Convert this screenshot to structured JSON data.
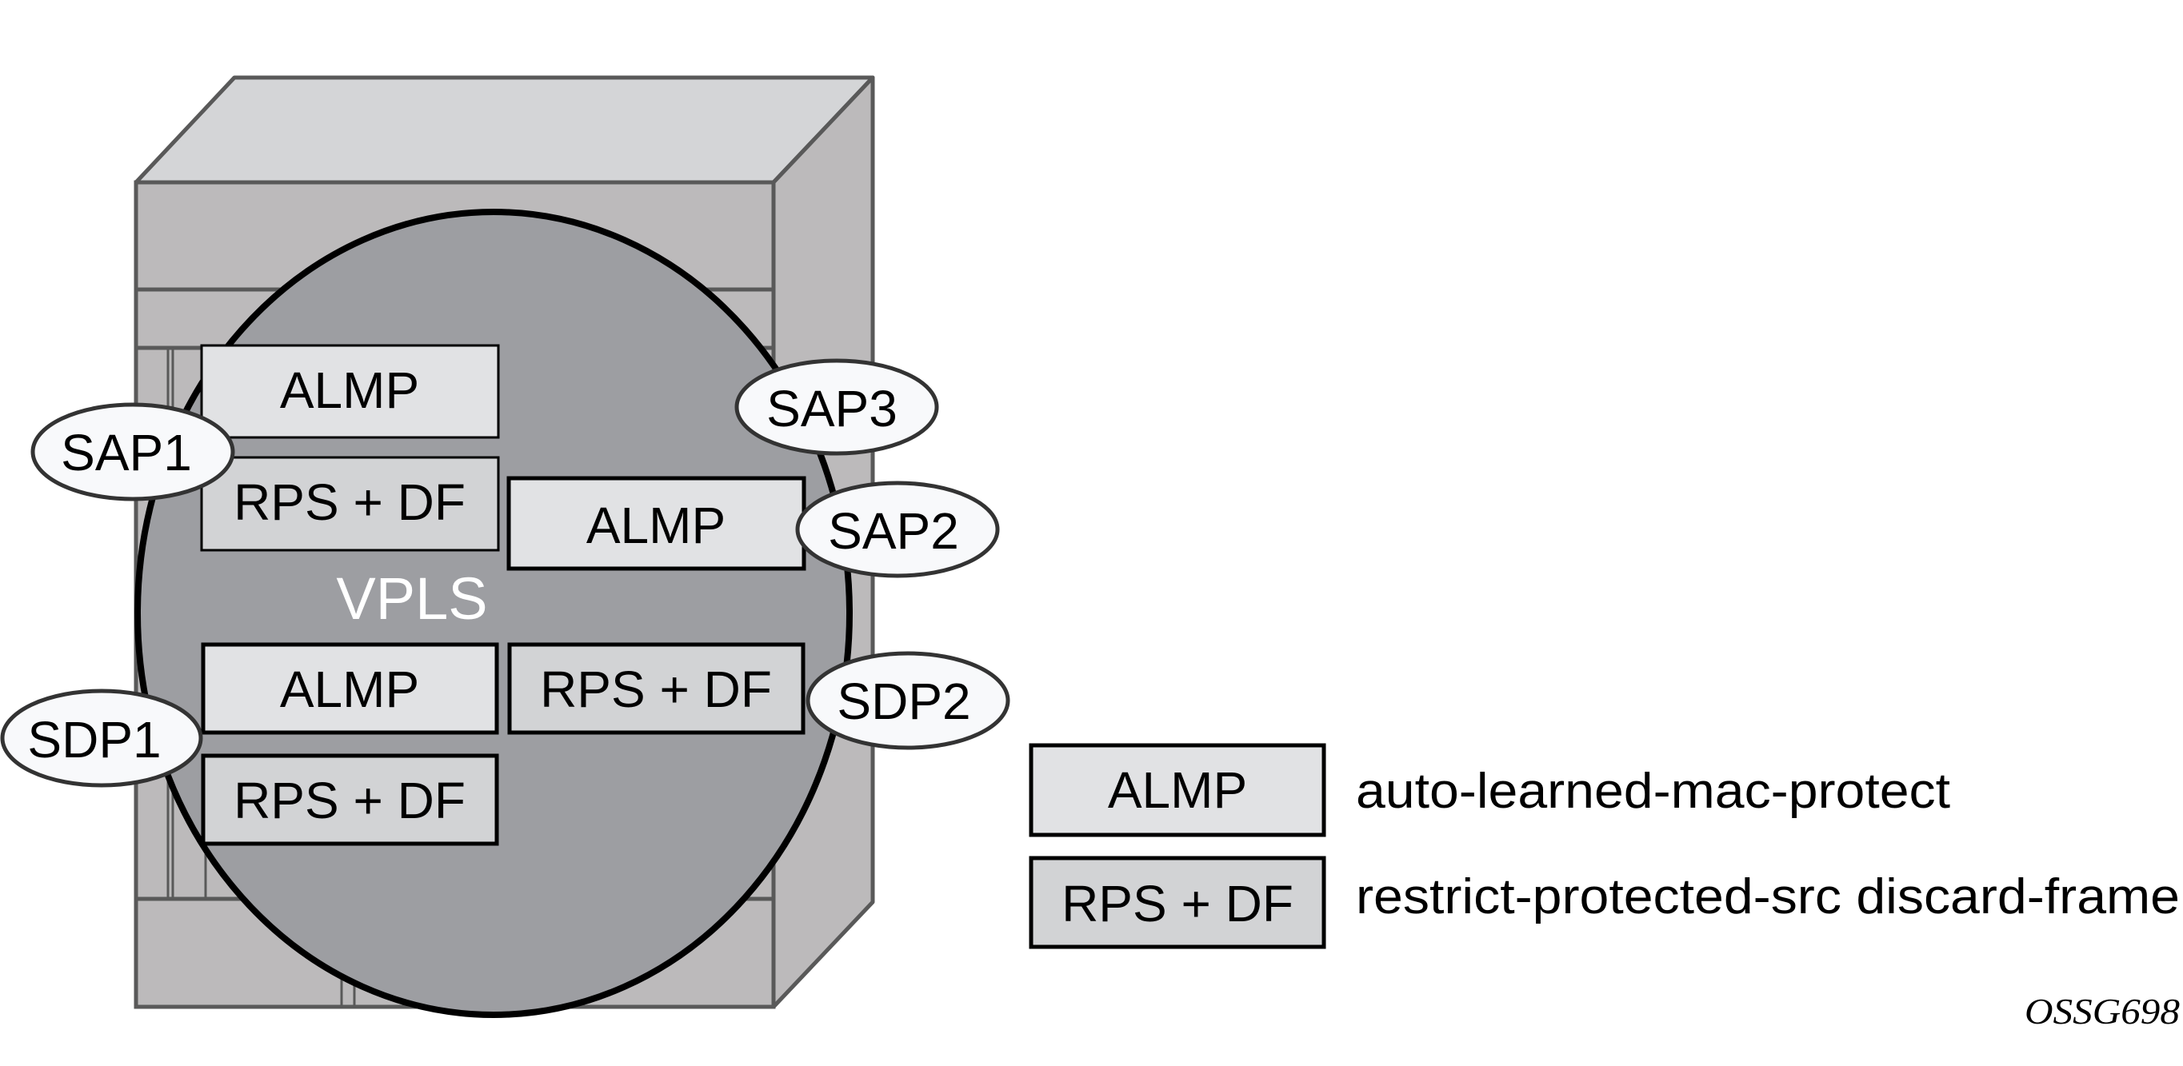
{
  "diagram": {
    "container_label": "VPLS",
    "boxes": [
      {
        "id": "almp-sap1",
        "label": "ALMP",
        "kind": "almp"
      },
      {
        "id": "rps-sap1",
        "label": "RPS + DF",
        "kind": "rps"
      },
      {
        "id": "almp-sap2",
        "label": "ALMP",
        "kind": "almp"
      },
      {
        "id": "almp-sdp1",
        "label": "ALMP",
        "kind": "almp"
      },
      {
        "id": "rps-sdp2",
        "label": "RPS + DF",
        "kind": "rps"
      },
      {
        "id": "rps-sdp1",
        "label": "RPS + DF",
        "kind": "rps"
      }
    ],
    "endpoints": [
      {
        "id": "sap1",
        "label": "SAP1"
      },
      {
        "id": "sap3",
        "label": "SAP3"
      },
      {
        "id": "sap2",
        "label": "SAP2"
      },
      {
        "id": "sdp2",
        "label": "SDP2"
      },
      {
        "id": "sdp1",
        "label": "SDP1"
      }
    ]
  },
  "legend": [
    {
      "key": "ALMP",
      "description": "auto-learned-mac-protect",
      "kind": "almp"
    },
    {
      "key": "RPS + DF",
      "description": "restrict-protected-src discard-frame",
      "kind": "rps"
    }
  ],
  "figure_id": "OSSG698",
  "colors": {
    "cabinet_top": "#d4d5d7",
    "cabinet_front": "#bcbabb",
    "cabinet_edge": "#595959",
    "vpls_fill": "#9d9ea2",
    "almp_fill": "#e1e2e4",
    "rps_fill": "#d2d3d5",
    "endpoint_fill": "#f8f9fb"
  }
}
